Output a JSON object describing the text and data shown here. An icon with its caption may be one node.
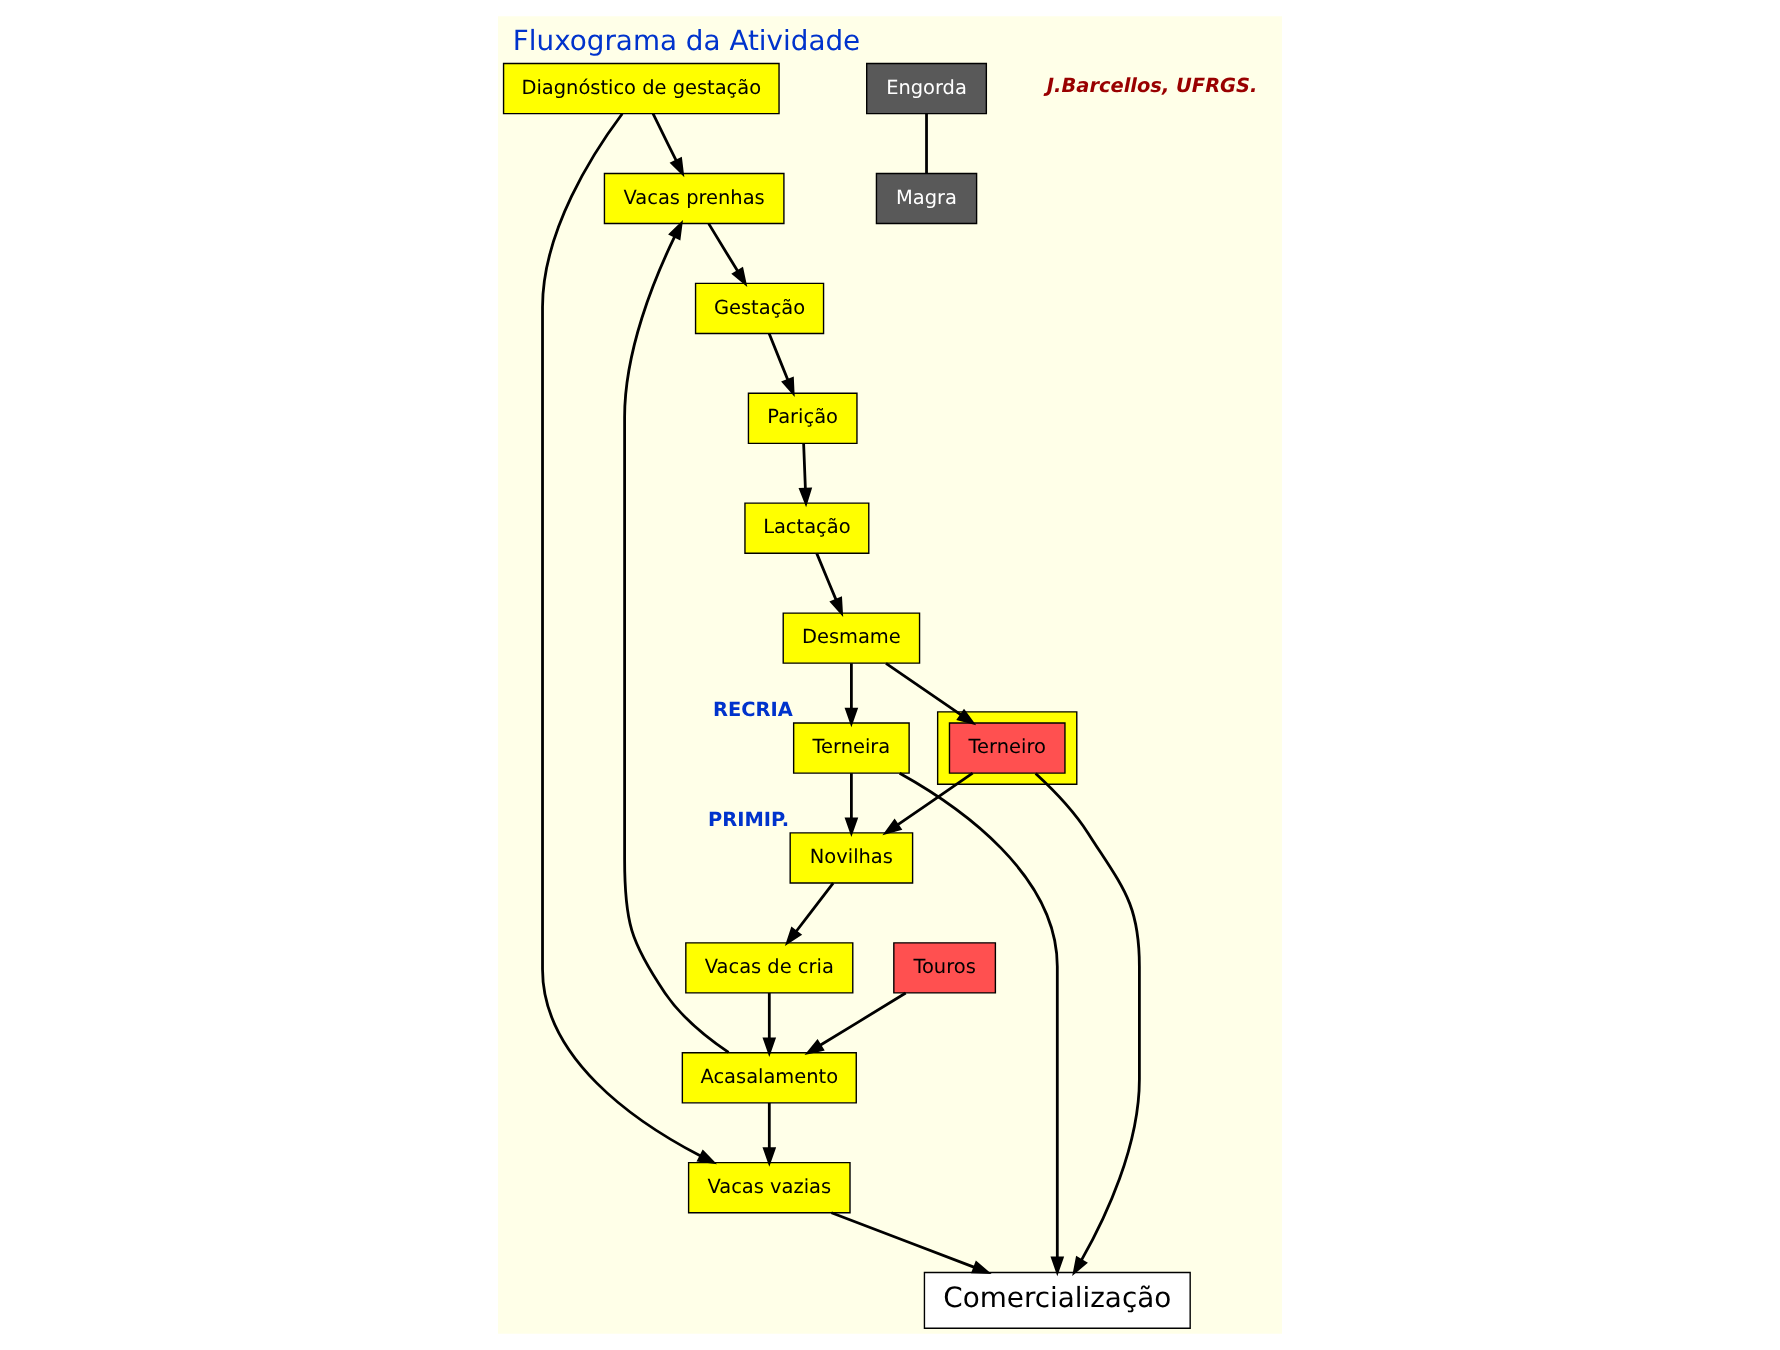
{
  "diagram": {
    "title": "Fluxograma da Atividade",
    "nodes": [
      {
        "text": [
          "Diagnóstico de gestação"
        ]
      },
      {
        "text": [
          "Vacas vazias"
        ]
      },
      {
        "text": [
          "Vacas de cria"
        ]
      },
      {
        "text": [
          "Acasalamento"
        ]
      },
      {
        "text": [
          "Vacas prenhas"
        ]
      },
      {
        "text": [
          "Novilhas"
        ],
        "beside": [
          "PRIMIP."
        ]
      },
      {
        "text": [
          "Touros"
        ]
      },
      {
        "text": [
          "Gestação"
        ]
      },
      {
        "text": [
          "Terneira"
        ],
        "beside": [
          "RECRIA"
        ]
      },
      {
        "text": [
          "Desmame"
        ]
      },
      {
        "text": [
          "Lactação"
        ]
      },
      {
        "text": [
          "Parição"
        ]
      },
      {
        "text": [],
        "shape": "box"
      },
      {
        "text": [
          "Terneiro"
        ],
        "in": 12
      },
      {
        "text": [
          "Engorda"
        ]
      },
      {
        "text": [
          "Comercialização"
        ]
      },
      {
        "text": [
          "Magra"
        ]
      }
    ],
    "edges": [
      {
        "from": 5,
        "to": 2,
        "arrow": "to"
      },
      {
        "from": 2,
        "to": 3,
        "arrow": "to"
      },
      {
        "from": 6,
        "to": 3,
        "arrow": "to"
      },
      {
        "from": 3,
        "to": 1,
        "arrow": "to"
      },
      {
        "from": 3,
        "to": 4,
        "arrow": "to"
      },
      {
        "from": 0,
        "to": 1,
        "arrow": "to"
      },
      {
        "from": 0,
        "to": 4,
        "arrow": "to"
      },
      {
        "from": 4,
        "to": 7,
        "arrow": "to"
      },
      {
        "from": 7,
        "to": 11,
        "arrow": "to"
      },
      {
        "from": 11,
        "to": 10,
        "arrow": "to"
      },
      {
        "from": 10,
        "to": 9,
        "arrow": "to"
      },
      {
        "from": 9,
        "to": 8,
        "arrow": "to"
      },
      {
        "from": 9,
        "to": 13,
        "arrow": "to"
      },
      {
        "from": 8,
        "to": 5,
        "arrow": "to"
      },
      {
        "from": 8,
        "to": 15,
        "arrow": "to"
      },
      {
        "from": 13,
        "to": 5,
        "arrow": "to"
      },
      {
        "from": 13,
        "to": 15,
        "arrow": "to"
      },
      {
        "from": 1,
        "to": 15,
        "arrow": "to"
      },
      {
        "from": 14,
        "to": 16,
        "arrow": "none"
      }
    ],
    "labels": [
      "J.Barcellos, UFRGS."
    ]
  }
}
